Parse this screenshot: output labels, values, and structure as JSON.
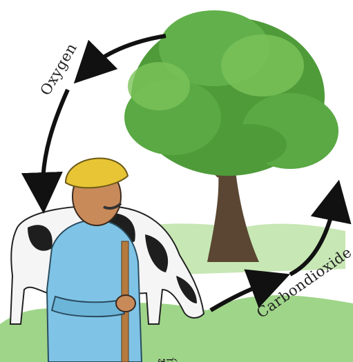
{
  "labels": {
    "oxygen": "Oxygen",
    "carbon_dioxide": "Carbondioxide",
    "page_mark": "ಆಮ್ಲ"
  },
  "colors": {
    "foliage": "#4f9b3a",
    "foliage_light": "#7cc35a",
    "trunk": "#5a4632",
    "turban": "#e8c534",
    "shirt": "#7fc4e6",
    "skin": "#c98a5a",
    "grass": "#6cbf4a",
    "arrow": "#111111"
  },
  "icons": [
    "tree-icon",
    "man-icon",
    "cow-icon",
    "cycle-arrow-icon"
  ]
}
